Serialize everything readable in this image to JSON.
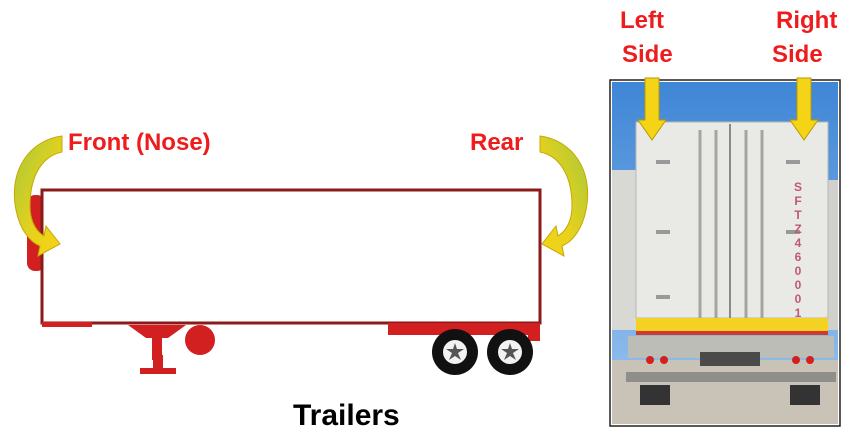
{
  "labels": {
    "front": "Front (Nose)",
    "rear": "Rear",
    "left_line1": "Left",
    "left_line2": "Side",
    "right_line1": "Right",
    "right_line2": "Side"
  },
  "caption": "Trailers",
  "photo": {
    "door_number": "SFTZ460001"
  },
  "colors": {
    "label_red": "#ee1c1c",
    "trailer_outline": "#8b1a1a",
    "undercarriage": "#d21f1f",
    "arrow_fill": "#f2d21b",
    "arrow_green": "#9fc63a"
  }
}
